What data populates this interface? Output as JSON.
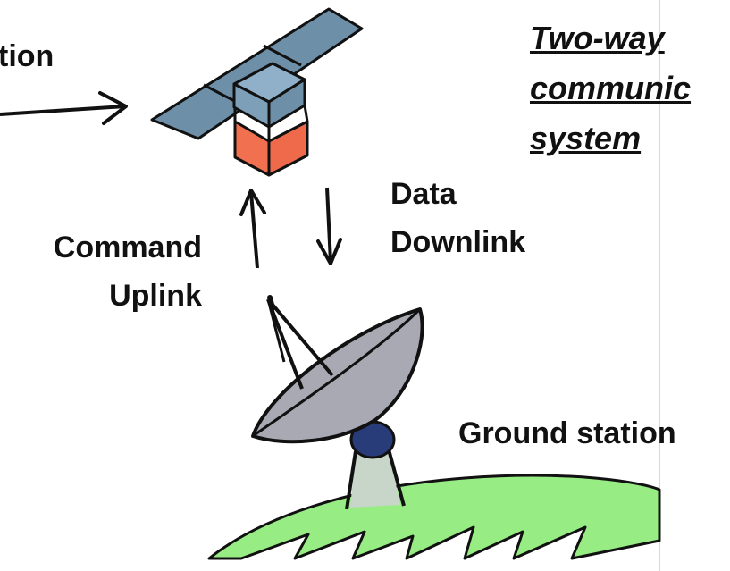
{
  "labels": {
    "top_left_partial": "tion",
    "command_line1": "Command",
    "command_line2": "Uplink",
    "data_line1": "Data",
    "data_line2": "Downlink",
    "ground_station": "Ground station"
  },
  "title": {
    "line1": "Two-way",
    "line2": "communic",
    "line3": "system"
  },
  "colors": {
    "solar_panel": "#6d8fa8",
    "satellite_body_top": "#8fb0c8",
    "satellite_cube": "#f07050",
    "dish": "#a9a9b4",
    "dish_hub": "#283c7a",
    "mount": "#c7d6c9",
    "ground": "#98ec84"
  },
  "icons": {
    "satellite": "satellite-icon",
    "dish": "satellite-dish-icon",
    "ground": "ground-hill"
  }
}
